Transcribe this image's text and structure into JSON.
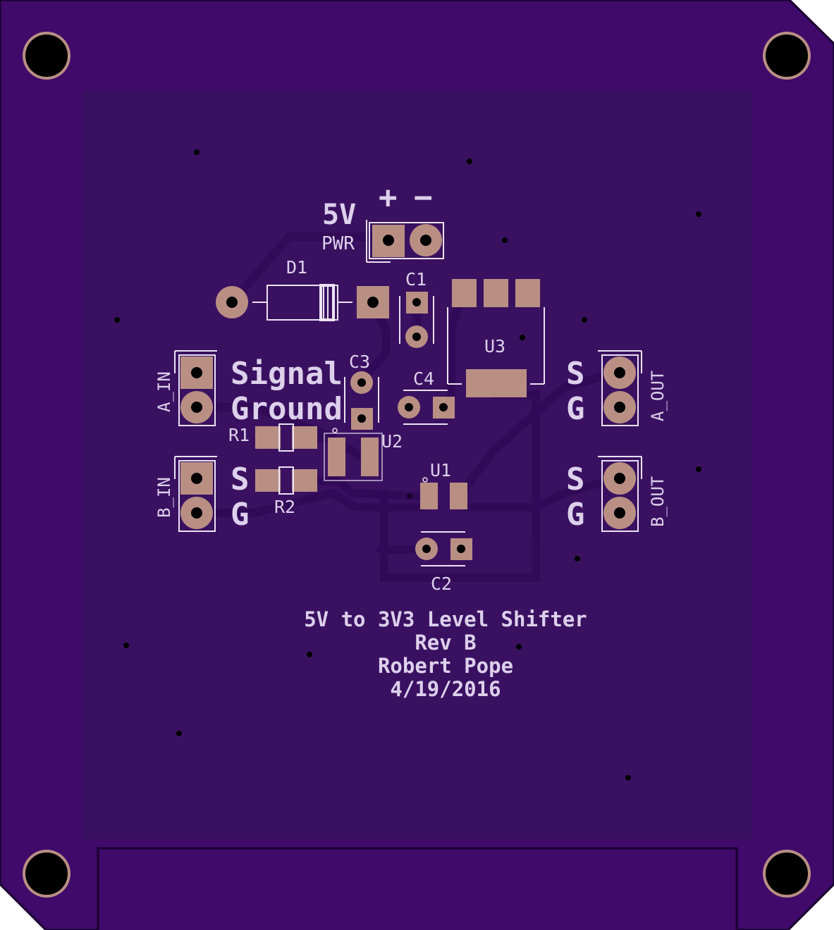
{
  "colors": {
    "board": "#3f0a6a",
    "copper_pour": "#3a1161",
    "trace": "#450f73",
    "pad": "#b98f84",
    "silk": "#ece2f4",
    "drill": "#000000"
  },
  "power": {
    "voltage": "5V",
    "label": "PWR",
    "plus": "+",
    "minus": "−"
  },
  "components": {
    "d1": "D1",
    "c1": "C1",
    "c2": "C2",
    "c3": "C3",
    "c4": "C4",
    "u1": "U1",
    "u2": "U2",
    "u3": "U3",
    "r1": "R1",
    "r2": "R2"
  },
  "connectors": {
    "a_in": "A_IN",
    "b_in": "B_IN",
    "a_out": "A_OUT",
    "b_out": "B_OUT"
  },
  "legend": {
    "signal": "Signal",
    "ground": "Ground",
    "s": "S",
    "g": "G"
  },
  "info": {
    "title": "5V to 3V3 Level Shifter",
    "rev": "Rev B",
    "author": "Robert Pope",
    "date": "4/19/2016"
  }
}
